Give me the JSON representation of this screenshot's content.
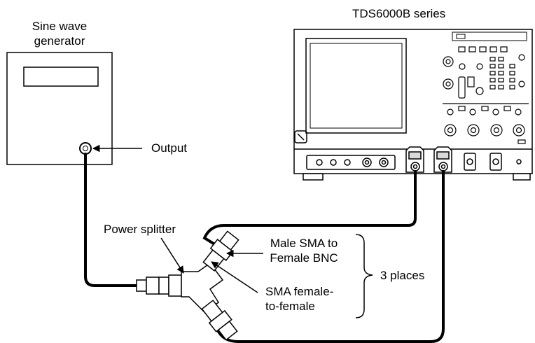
{
  "labels": {
    "scope_series": "TDS6000B series",
    "generator_line1": "Sine wave",
    "generator_line2": "generator",
    "output": "Output",
    "power_splitter": "Power splitter",
    "adapter_sma_bnc_line1": "Male SMA to",
    "adapter_sma_bnc_line2": "Female BNC",
    "adapter_sma_ff_line1": "SMA female-",
    "adapter_sma_ff_line2": "to-female",
    "places": "3 places"
  },
  "colors": {
    "line": "#000000",
    "background": "#ffffff",
    "panel_gray": "#d9d9d9"
  }
}
